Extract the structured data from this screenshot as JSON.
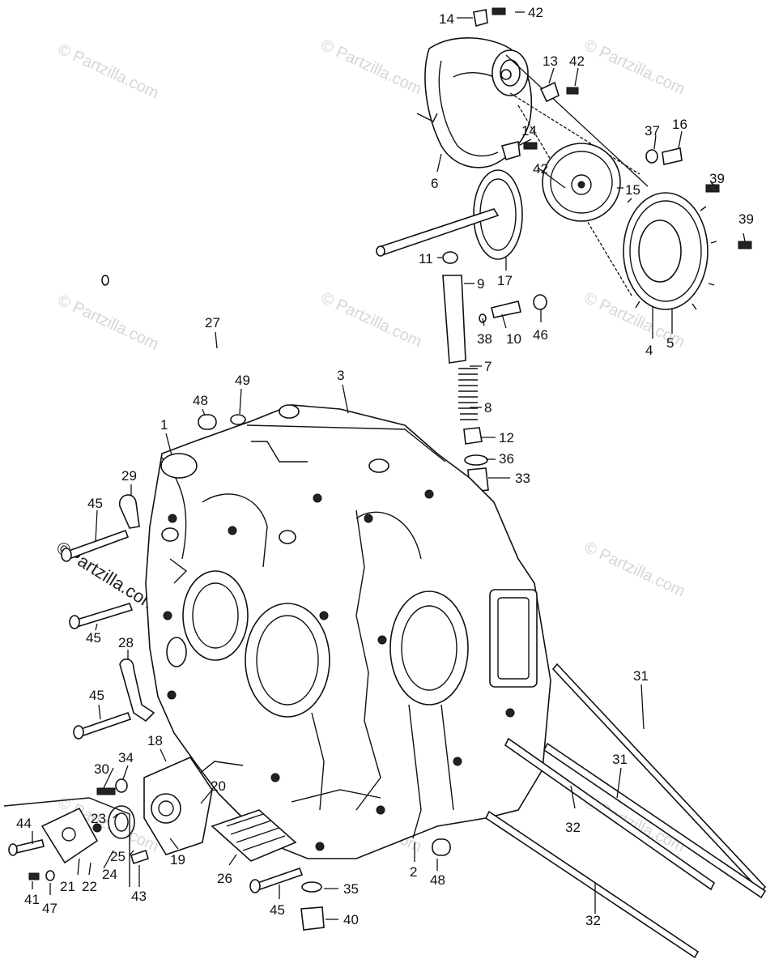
{
  "watermark": "© Partzilla.com",
  "watermark_large": "©Partzilla.com",
  "callouts": [
    "14",
    "42",
    "13",
    "42",
    "14",
    "42",
    "37",
    "16",
    "39",
    "39",
    "15",
    "6",
    "17",
    "11",
    "9",
    "38",
    "10",
    "46",
    "4",
    "5",
    "27",
    "49",
    "48",
    "3",
    "7",
    "8",
    "12",
    "36",
    "33",
    "1",
    "29",
    "45",
    "45",
    "28",
    "45",
    "31",
    "31",
    "32",
    "32",
    "18",
    "30",
    "34",
    "20",
    "44",
    "23",
    "25",
    "19",
    "24",
    "21",
    "22",
    "41",
    "47",
    "43",
    "26",
    "45",
    "35",
    "40",
    "2",
    "48"
  ]
}
